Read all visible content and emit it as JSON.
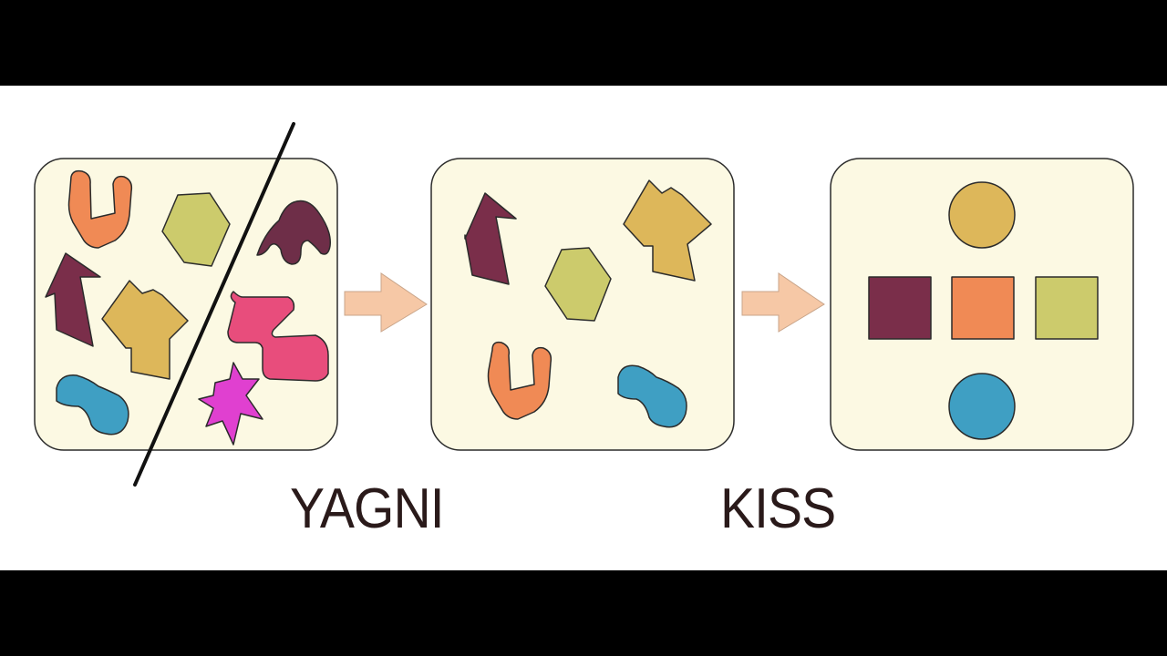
{
  "labels": {
    "yagni": "YAGNI",
    "kiss": "KISS"
  },
  "colors": {
    "background": "#ffffff",
    "letterbox": "#000000",
    "panel_fill": "#fcf9e3",
    "panel_stroke": "#2b2b2b",
    "arrow_fill": "#f6c8a6",
    "maroon": "#7a2e4a",
    "orange": "#f08a55",
    "olive": "#cccb6c",
    "mustard": "#ddb75a",
    "blue": "#3f9fc3",
    "pink": "#e84d7c",
    "magenta": "#e040d0",
    "dark_plum": "#6e2e48",
    "label_text": "#2a1a1a"
  },
  "icons": {
    "flow_arrow": "right-arrow-icon",
    "cut_line": "slash-line"
  }
}
